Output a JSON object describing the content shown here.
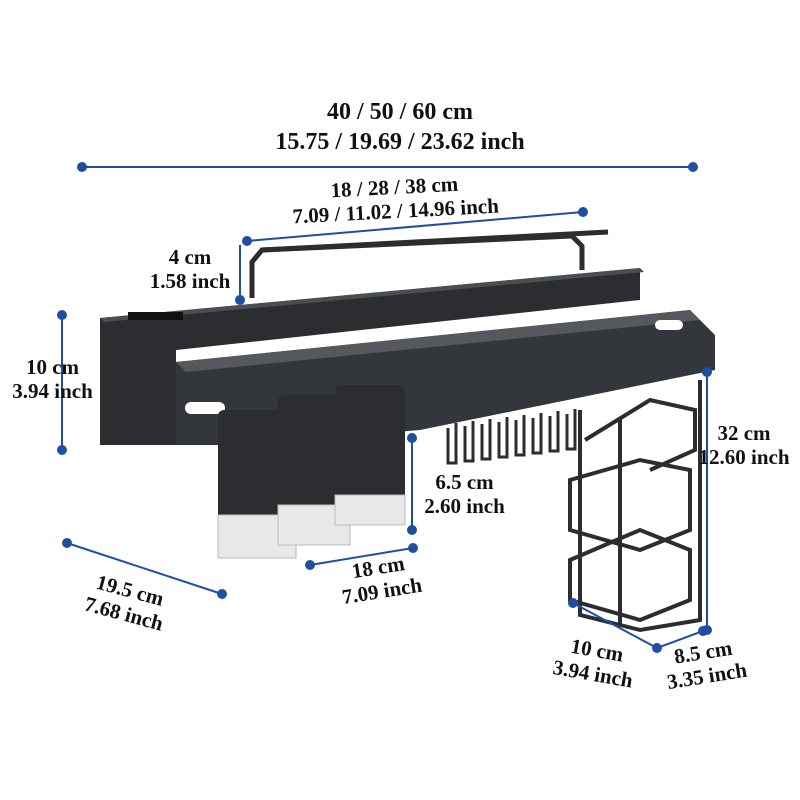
{
  "colors": {
    "dimension_line": "#1f4fa0",
    "rack": "#2b2d31",
    "rack_edge": "#4a4d52"
  },
  "dimensions": {
    "total_width": {
      "cm": "40 / 50 / 60 cm",
      "inch": "15.75 / 19.69 / 23.62 inch"
    },
    "rail_width": {
      "cm": "18 / 28 / 38 cm",
      "inch": "7.09 / 11.02 / 14.96 inch"
    },
    "rail_height": {
      "cm": "4 cm",
      "inch": "1.58 inch"
    },
    "shelf_height": {
      "cm": "10 cm",
      "inch": "3.94 inch"
    },
    "rack_height": {
      "cm": "32 cm",
      "inch": "12.60 inch"
    },
    "cup_gap": {
      "cm": "6.5 cm",
      "inch": "2.60 inch"
    },
    "cup_width": {
      "cm": "18 cm",
      "inch": "7.09 inch"
    },
    "depth": {
      "cm": "19.5 cm",
      "inch": "7.68 inch"
    },
    "holder_width": {
      "cm": "10 cm",
      "inch": "3.94 inch"
    },
    "holder_depth": {
      "cm": "8.5 cm",
      "inch": "3.35 inch"
    }
  }
}
